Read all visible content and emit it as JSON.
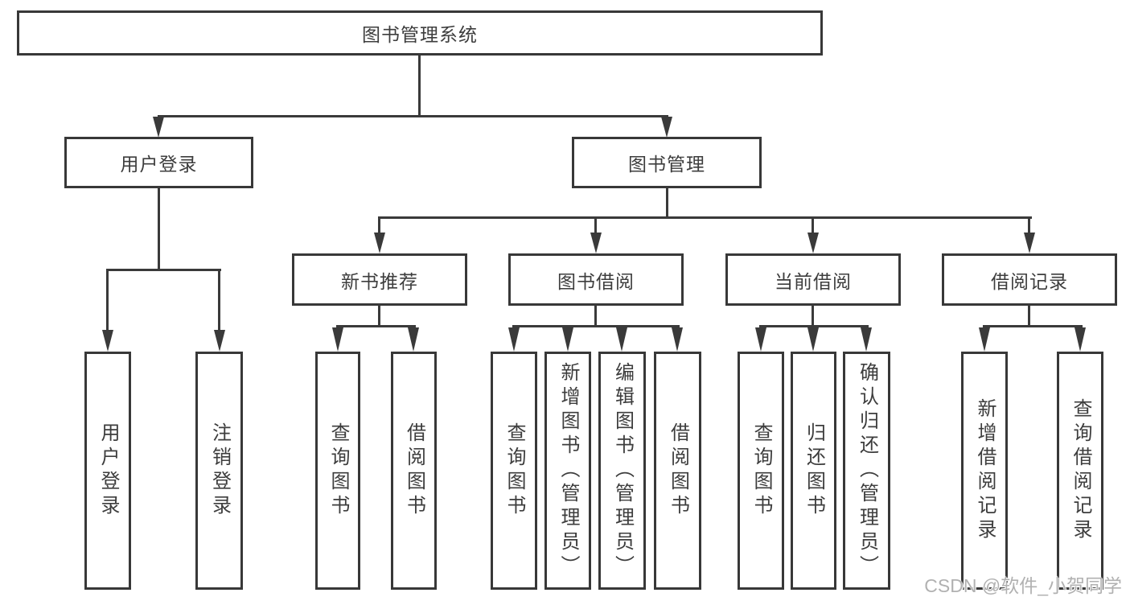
{
  "diagram": {
    "title": "图书管理系统",
    "level1": {
      "user_login": "用户登录",
      "book_mgmt": "图书管理"
    },
    "level2": {
      "new_books": "新书推荐",
      "borrow": "图书借阅",
      "current": "当前借阅",
      "records": "借阅记录"
    },
    "leaves": {
      "login": "用户登录",
      "logout": "注销登录",
      "nb_query": "查询图书",
      "nb_borrow": "借阅图书",
      "bb_query": "查询图书",
      "bb_add": "新增图书（管理员）",
      "bb_edit": "编辑图书（管理员）",
      "bb_borrow": "借阅图书",
      "cb_query": "查询图书",
      "cb_return": "归还图书",
      "cb_confirm": "确认归还（管理员）",
      "br_add": "新增借阅记录",
      "br_query": "查询借阅记录"
    }
  },
  "watermark": "CSDN @软件_小贺同学",
  "colors": {
    "line": "#3a3a3a",
    "border": "#383838",
    "text": "#3d3d3d",
    "watermark": "#b1b1b1",
    "background": "#ffffff"
  }
}
